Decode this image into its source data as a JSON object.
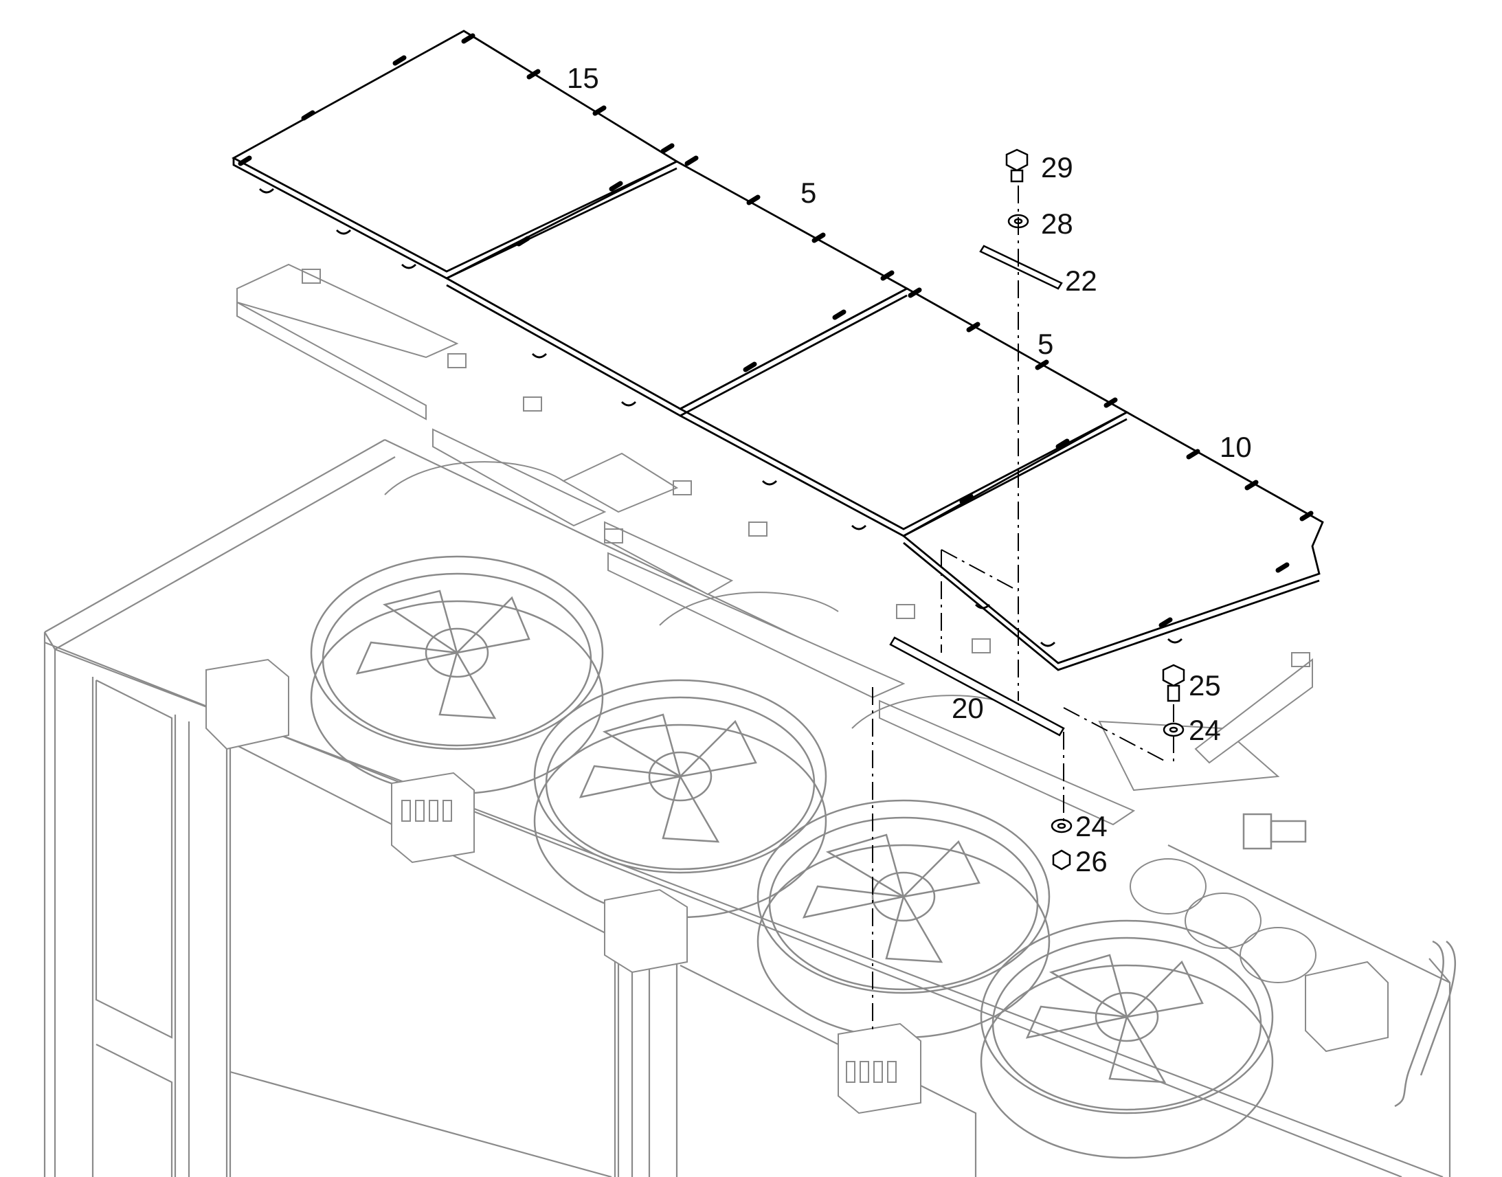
{
  "diagram": {
    "kind": "exploded-parts-view",
    "callouts": [
      {
        "id": "c15",
        "label": "15"
      },
      {
        "id": "c5a",
        "label": "5"
      },
      {
        "id": "c5b",
        "label": "5"
      },
      {
        "id": "c10",
        "label": "10"
      },
      {
        "id": "c29",
        "label": "29"
      },
      {
        "id": "c28",
        "label": "28"
      },
      {
        "id": "c22",
        "label": "22"
      },
      {
        "id": "c20",
        "label": "20"
      },
      {
        "id": "c25",
        "label": "25"
      },
      {
        "id": "c24a",
        "label": "24"
      },
      {
        "id": "c24b",
        "label": "24"
      },
      {
        "id": "c26",
        "label": "26"
      }
    ],
    "colors": {
      "ink": "#000000",
      "ghost": "#8a8a8a",
      "background": "#ffffff"
    }
  }
}
